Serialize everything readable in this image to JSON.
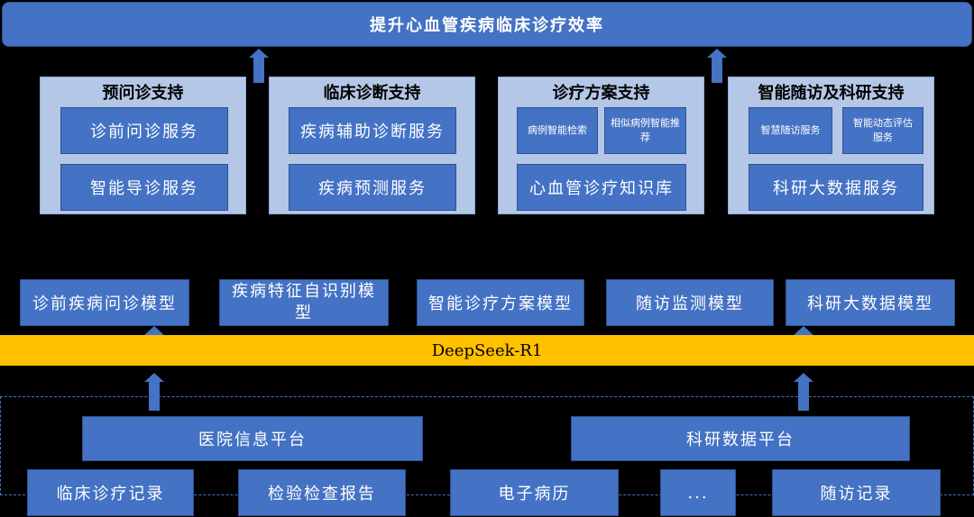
{
  "goal": "提升心血管疾病临床诊疗效率",
  "panels": [
    {
      "title": "预问诊支持",
      "services": [
        "诊前问诊服务",
        "智能导诊服务"
      ]
    },
    {
      "title": "临床诊断支持",
      "services": [
        "疾病辅助诊断服务",
        "疾病预测服务"
      ]
    },
    {
      "title": "诊疗方案支持",
      "small_services": [
        "病例智能检索",
        "相似病例智能推荐"
      ],
      "services": [
        "心血管诊疗知识库"
      ]
    },
    {
      "title": "智能随访及科研支持",
      "small_services": [
        "智慧随访服务",
        "智能动态评估服务"
      ],
      "services": [
        "科研大数据服务"
      ]
    }
  ],
  "models": [
    "诊前疾病问诊模型",
    "疾病特征自识别模型",
    "智能诊疗方案模型",
    "随访监测模型",
    "科研大数据模型"
  ],
  "core_model": "DeepSeek-R1",
  "platforms": [
    "医院信息平台",
    "科研数据平台"
  ],
  "sources": [
    "临床诊疗记录",
    "检验检查报告",
    "电子病历",
    "...",
    "随访记录"
  ],
  "colors": {
    "box": "#4472c4",
    "panel": "#b4c7e7",
    "band": "#ffc000",
    "background": "#000000"
  }
}
